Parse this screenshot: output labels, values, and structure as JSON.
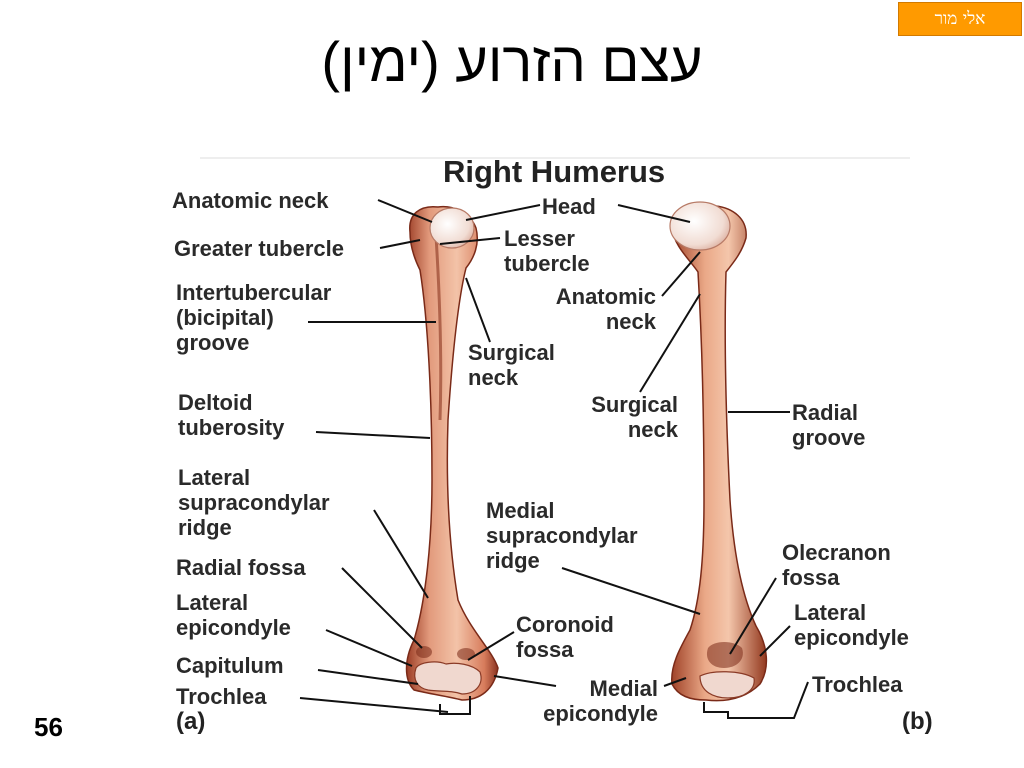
{
  "slide": {
    "author": "אלי מור",
    "title": "עצם הזרוע (ימין)",
    "page_number": "56"
  },
  "figure": {
    "title": "Right Humerus",
    "view_a_tag": "(a)",
    "view_b_tag": "(b)",
    "labels_a": {
      "anatomic_neck": "Anatomic neck",
      "greater_tubercle": "Greater tubercle",
      "intertubercular_groove": "Intertubercular\n(bicipital)\ngroove",
      "deltoid_tuberosity": "Deltoid\ntuberosity",
      "lateral_supracondylar_ridge": "Lateral\nsupracondylar\nridge",
      "radial_fossa": "Radial fossa",
      "lateral_epicondyle": "Lateral\nepicondyle",
      "capitulum": "Capitulum",
      "trochlea": "Trochlea",
      "head": "Head",
      "lesser_tubercle": "Lesser\ntubercle",
      "surgical_neck": "Surgical\nneck",
      "medial_supracondylar_ridge": "Medial\nsupracondylar\nridge",
      "coronoid_fossa": "Coronoid\nfossa",
      "medial_epicondyle": "Medial\nepicondyle"
    },
    "labels_b": {
      "anatomic_neck": "Anatomic\nneck",
      "surgical_neck": "Surgical\nneck",
      "radial_groove": "Radial\ngroove",
      "olecranon_fossa": "Olecranon\nfossa",
      "lateral_epicondyle": "Lateral\nepicondyle",
      "trochlea": "Trochlea"
    }
  }
}
